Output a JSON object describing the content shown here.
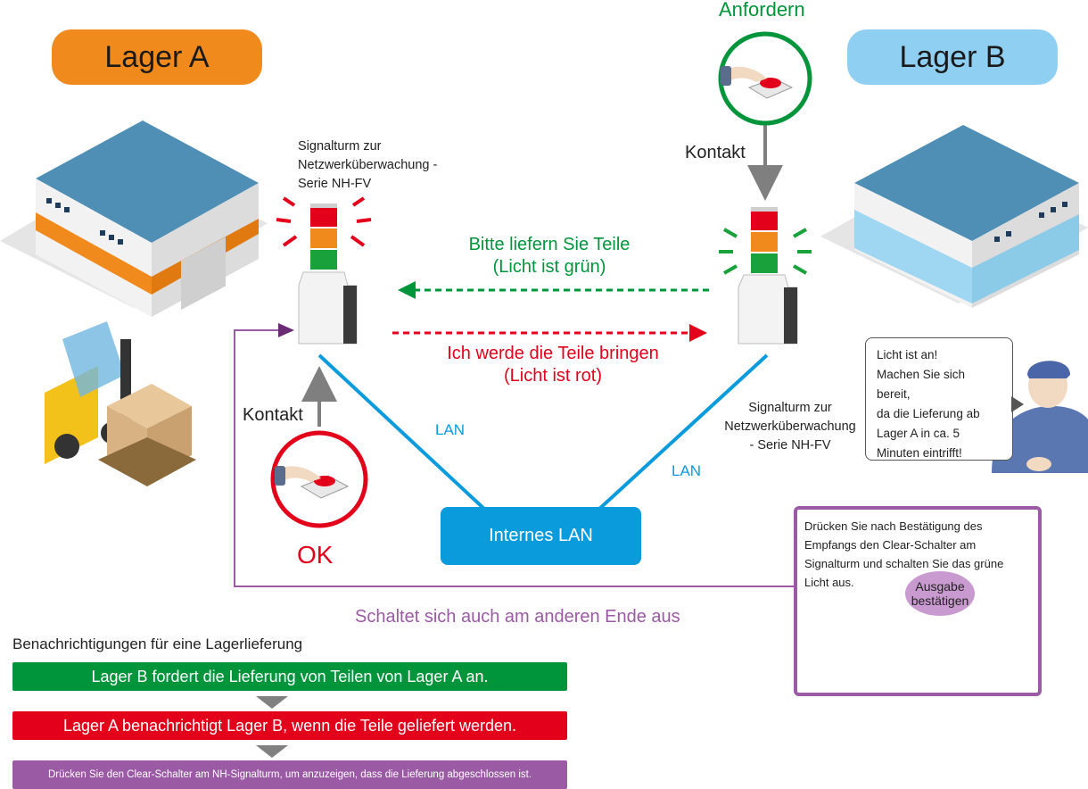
{
  "warehouse_a": {
    "label": "Lager A",
    "color": "#f08a1c"
  },
  "warehouse_b": {
    "label": "Lager B",
    "color": "#8fd0f2"
  },
  "request_label": "Anfordern",
  "contact_top": "Kontakt",
  "contact_left": "Kontakt",
  "ok_label": "OK",
  "tower_left_caption": [
    "Signalturm zur",
    "Netzwerküberwachung -",
    "Serie NH-FV"
  ],
  "tower_right_caption": [
    "Signalturm zur",
    "Netzwerküberwachung",
    "- Serie NH-FV"
  ],
  "green_message": [
    "Bitte liefern Sie Teile",
    "(Licht ist grün)"
  ],
  "red_message": [
    "Ich werde die Teile bringen",
    "(Licht ist rot)"
  ],
  "lan_left": "LAN",
  "lan_right": "LAN",
  "internal_lan": "Internes LAN",
  "speech_b": [
    "Licht ist an!",
    "Machen Sie sich bereit,",
    "da die Lieferung ab",
    "Lager A in ca. 5",
    "Minuten eintrifft!"
  ],
  "clear_box": [
    "Drücken Sie nach Bestätigung des",
    "Empfangs den Clear-Schalter am",
    "Signalturm und schalten Sie das grüne",
    "Licht aus."
  ],
  "confirm_bubble": [
    "Ausgabe",
    "bestätigen"
  ],
  "return_note": "Schaltet sich auch am anderen Ende aus",
  "steps_title": "Benachrichtigungen für eine Lagerlieferung",
  "steps": [
    "Lager B fordert die Lieferung von Teilen von Lager A an.",
    "Lager A benachrichtigt Lager B, wenn die Teile geliefert werden.",
    "Drücken Sie den Clear-Schalter am NH-Signalturm, um anzuzeigen, dass die Lieferung abgeschlossen ist."
  ],
  "colors": {
    "green": "#00953b",
    "red": "#e2001a",
    "purple": "#9a5aa4",
    "blue": "#0a9bdc",
    "gray": "#808080"
  }
}
